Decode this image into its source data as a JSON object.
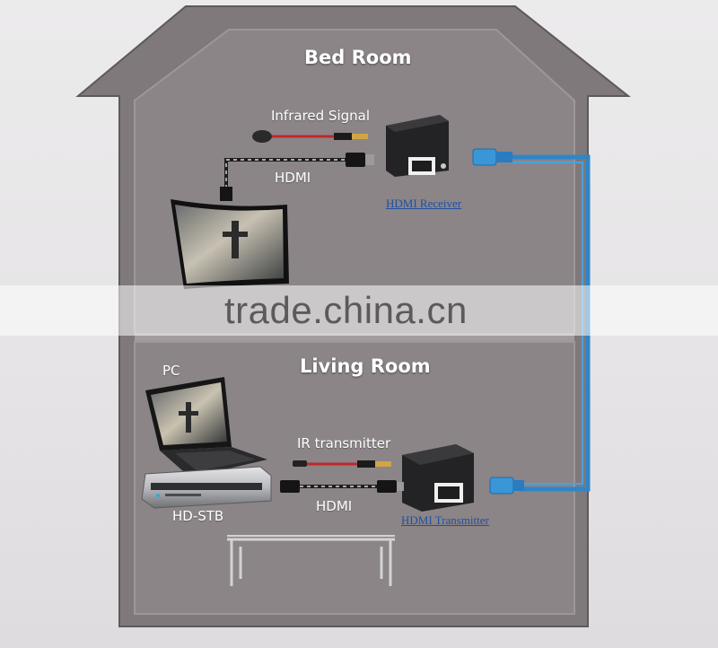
{
  "rooms": {
    "upper": "Bed Room",
    "lower": "Living Room"
  },
  "labels": {
    "infrared_signal": "Infrared Signal",
    "hdmi_top": "HDMI",
    "hdmi_receiver": "HDMI Receiver",
    "pc": "PC",
    "ir_transmitter": "IR transmitter",
    "hdmi_bottom": "HDMI",
    "hd_stb": "HD-STB",
    "hdmi_transmitter": "HDMI Transmitter"
  },
  "watermark": "trade.china.cn",
  "colors": {
    "house": "#807a7c",
    "room_fill": "#8a8486",
    "wall": "#d8d6d8",
    "cat_cable": "#2f86c9",
    "device": "#1c1c1e",
    "ir_cable": "#b3262a",
    "link": "#1f4fa3"
  }
}
